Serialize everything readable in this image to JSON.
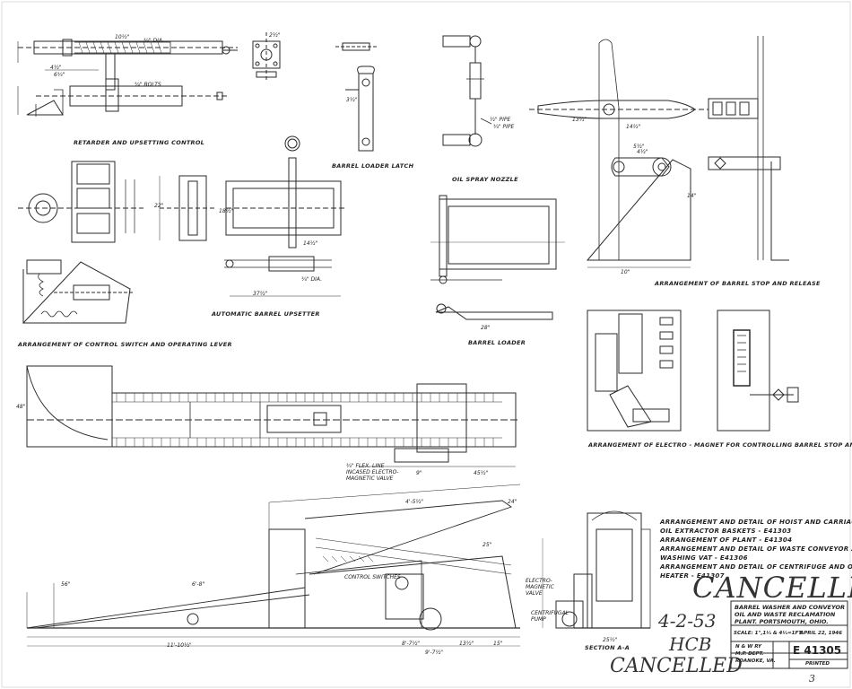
{
  "captions": {
    "retarder": "RETARDER AND UPSETTING CONTROL",
    "latch": "BARREL LOADER LATCH",
    "nozzle": "OIL SPRAY NOZZLE",
    "control_switch": "ARRANGEMENT OF CONTROL SWITCH AND OPERATING LEVER",
    "upsetter": "AUTOMATIC BARREL UPSETTER",
    "loader": "BARREL LOADER",
    "stop_release": "ARRANGEMENT OF BARREL STOP AND RELEASE",
    "electro_magnet": "ARRANGEMENT OF ELECTRO - MAGNET FOR CONTROLLING BARREL STOP AND RELEASE",
    "section": "SECTION A-A"
  },
  "dimensions": {
    "d1": "10½\"",
    "d2": "¾\" DIA.",
    "d3": "6¾\"",
    "d4": "4½\"",
    "d5": "¾\" BOLTS",
    "d6": "2½\"",
    "d7": "3½\"",
    "d8": "½\" PIPE",
    "d9": "13½\"",
    "d10": "14½\"",
    "d11": "5½\"",
    "d12": "22\"",
    "d13": "14½\"",
    "d14": "18½\"",
    "d15": "37½\"",
    "d16": "¾\" DIA.",
    "d17": "28\"",
    "d18": "4½\"",
    "d19": "10\"",
    "d20": "14\"",
    "d21": "48\"",
    "d22": "45½\"",
    "d23": "9\"",
    "d24": "4'-5½\"",
    "d25": "24\"",
    "d26": "25\"",
    "d27": "56\"",
    "d28": "6'-8\"",
    "d29": "11'-10½\"",
    "d30": "8'-7½\"",
    "d31": "9'-7½\"",
    "d32": "15\"",
    "d33": "25½\"",
    "d34": "13½\""
  },
  "callouts": {
    "conduit": "¾\" FLEX. LINE INCASED ELECTRO-MAGNETIC VALVE",
    "control_switches": "CONTROL SWITCHES",
    "em_valve": "ELECTRO-MAGNETIC VALVE",
    "pump": "CENTRIFUGAL PUMP",
    "pipe": "¾\" PIPE"
  },
  "notes": [
    "ARRANGEMENT AND DETAIL OF HOIST AND CARRIAGE FOR",
    "OIL EXTRACTOR BASKETS - E41303",
    "ARRANGEMENT OF PLANT - E41304",
    "ARRANGEMENT AND DETAIL OF WASTE CONVEYOR AND",
    "WASHING VAT - E41306",
    "ARRANGEMENT AND DETAIL OF CENTRIFUGE AND OIL",
    "HEATER - E41307"
  ],
  "stamps": {
    "cancelled_large": "CANCELLED",
    "cancelled_small": "CANCELLED",
    "date_hand": "4-2-53",
    "initials_hand": "HCB"
  },
  "title_block": {
    "title_line1": "BARREL WASHER AND CONVEYOR",
    "title_line2": "OIL AND WASTE RECLAMATION",
    "title_line3": "PLANT. PORTSMOUTH, OHIO.",
    "scale": "SCALE: 1\",1½ & 4½=1FT.",
    "date": "APRIL 22, 1946",
    "railway": "N & W RY",
    "dept": "M.P. DEPT.",
    "location": "ROANOKE, VA.",
    "drawing_number": "E 41305",
    "printed": "PRINTED"
  },
  "sheet_mark": "3"
}
